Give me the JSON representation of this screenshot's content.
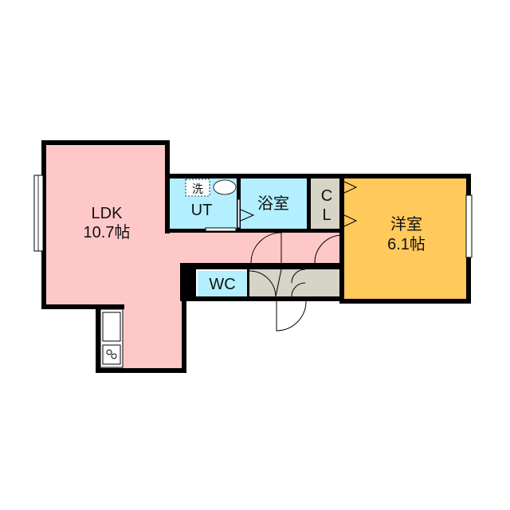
{
  "rooms": {
    "ldk": {
      "name": "LDK",
      "size": "10.7帖"
    },
    "western": {
      "name": "洋室",
      "size": "6.1帖"
    },
    "ut": {
      "name": "UT",
      "washer": "洗"
    },
    "bath": {
      "name": "浴室"
    },
    "closet": {
      "line1": "C",
      "line2": "L"
    },
    "wc": {
      "name": "WC"
    }
  },
  "colors": {
    "ldk": "#ffc8c8",
    "western": "#ffc95c",
    "wet": "#b3efff",
    "storage": "#d6d3c7",
    "wall": "#000000"
  }
}
